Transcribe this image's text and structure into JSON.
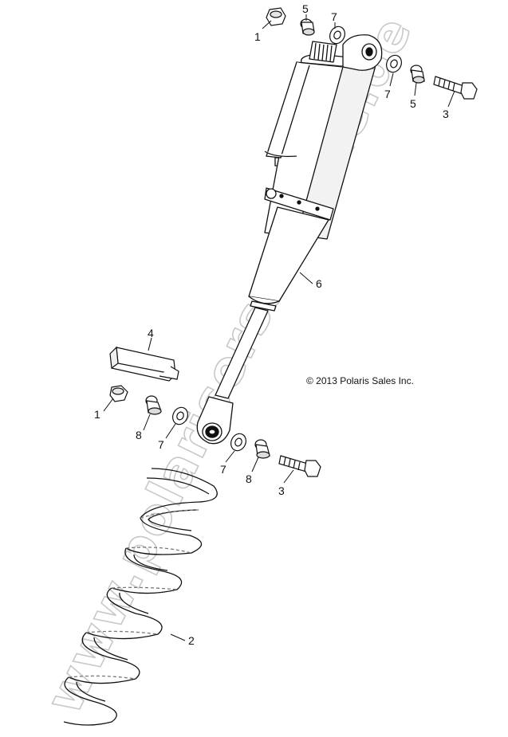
{
  "diagram": {
    "copyright": "© 2013 Polaris Sales Inc.",
    "watermark": "www.polarisersatzteile.de",
    "callouts": {
      "c1a": "1",
      "c5a": "5",
      "c7a": "7",
      "c7b": "7",
      "c5b": "5",
      "c3a": "3",
      "c6": "6",
      "c4": "4",
      "c1b": "1",
      "c8a": "8",
      "c7c": "7",
      "c7d": "7",
      "c8b": "8",
      "c3b": "3",
      "c2": "2"
    }
  }
}
